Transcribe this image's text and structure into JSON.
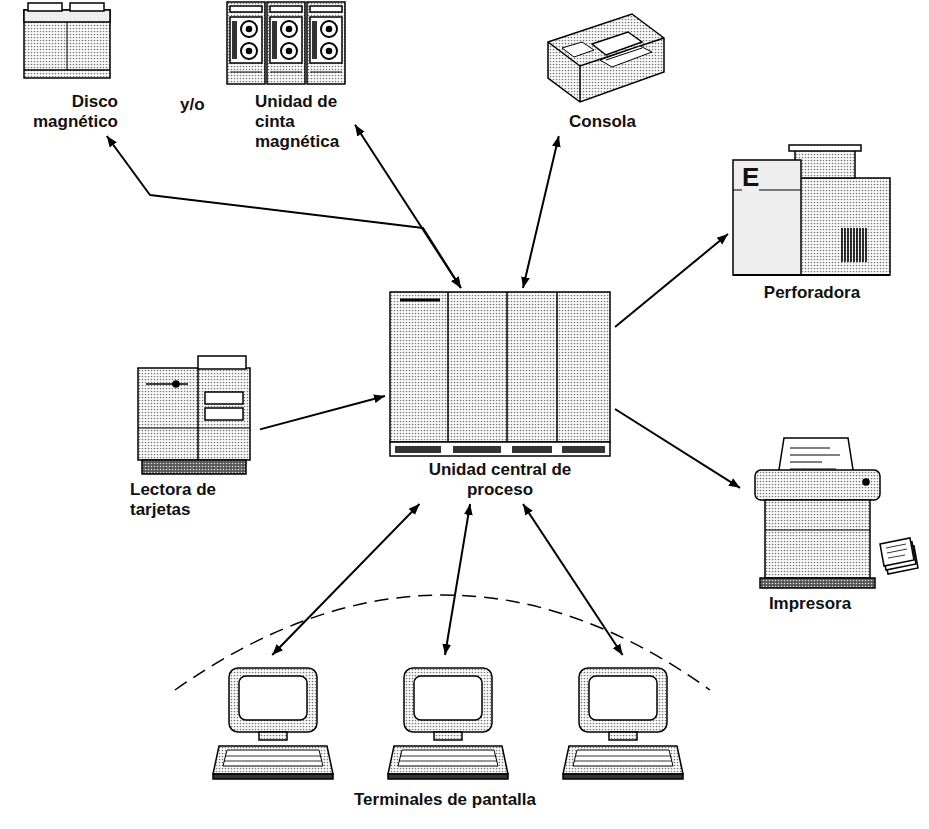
{
  "diagram": {
    "nodes": [
      {
        "text": [
          "Disco magnético"
        ]
      },
      {
        "text": [
          "Unidad de cinta magnética"
        ]
      },
      {
        "text": [
          "Consola"
        ]
      },
      {
        "text": [
          "Perforadora"
        ]
      },
      {
        "text": [
          "Lectora de tarjetas"
        ]
      },
      {
        "text": [
          "Unidad central de proceso"
        ]
      },
      {
        "text": [
          "Impresora"
        ]
      },
      {
        "text": [
          "Terminales de pantalla"
        ]
      }
    ],
    "edges": [
      {
        "from": 5,
        "to": 0,
        "arrow": "both"
      },
      {
        "from": 1,
        "to": 5,
        "arrow": "both"
      },
      {
        "from": 2,
        "to": 5,
        "arrow": "both"
      },
      {
        "from": 5,
        "to": 3,
        "arrow": "to"
      },
      {
        "from": 4,
        "to": 5,
        "arrow": "to"
      },
      {
        "from": 5,
        "to": 6,
        "arrow": "to"
      },
      {
        "from": 5,
        "to": 7,
        "arrow": "both"
      },
      {
        "from": 5,
        "to": 7,
        "arrow": "both"
      },
      {
        "from": 5,
        "to": 7,
        "arrow": "both"
      }
    ],
    "labels": [
      "y/o",
      "E"
    ]
  }
}
